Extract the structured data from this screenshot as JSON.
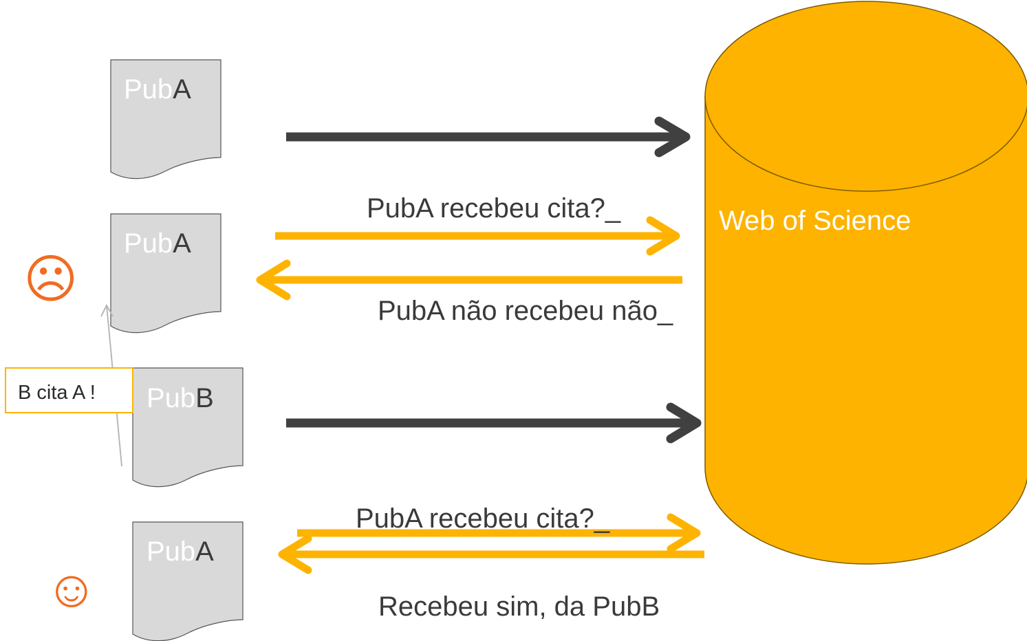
{
  "database": {
    "label": "Web of Science"
  },
  "docs": {
    "doc1": {
      "prefix": "Pub",
      "suffix": "A"
    },
    "doc2": {
      "prefix": "Pub",
      "suffix": "A"
    },
    "doc3": {
      "prefix": "Pub",
      "suffix": "B"
    },
    "doc4": {
      "prefix": "Pub",
      "suffix": "A"
    }
  },
  "messages": {
    "query1": "PubA recebeu cita?_",
    "answer1": "PubA não recebeu não_",
    "query2": "PubA recebeu cita?_",
    "answer2": "Recebeu sim, da PubB"
  },
  "note": {
    "label": "B cita A !"
  },
  "faces": {
    "sad": "☹",
    "happy": "☺"
  },
  "colors": {
    "database": "#FDB300",
    "document": "#D9D9D9",
    "dark_arrow": "#404040",
    "yellow_arrow": "#FDB300",
    "face": "#F26B21"
  }
}
